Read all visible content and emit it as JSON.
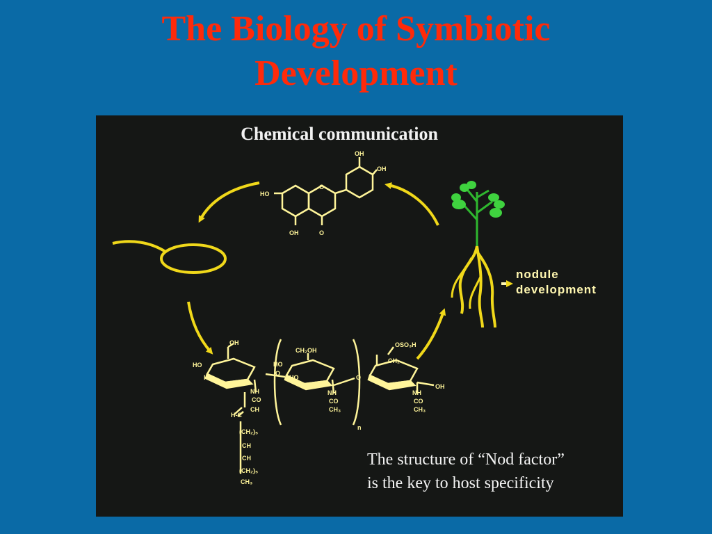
{
  "slide": {
    "title_line1": "The Biology of Symbiotic",
    "title_line2": "Development"
  },
  "panel": {
    "heading": "Chemical communication",
    "nodule_line1": "nodule",
    "nodule_line2": "development",
    "caption_line1": "The structure of “Nod factor”",
    "caption_line2": "is the key to host specificity"
  },
  "flavonoid_labels": {
    "oh_top": "OH",
    "oh_right": "OH",
    "ho_left": "HO",
    "oh_bottom": "OH",
    "o_bottom": "O",
    "o_ring": "O"
  },
  "nod_factor_labels": {
    "ho1": "HO",
    "ho2": "HO",
    "ho3": "HO",
    "ho4": "HO",
    "oh_top1": "OH",
    "ch2oh": "CH₂OH",
    "oso3h": "OSO₃H",
    "ch2": "CH₂",
    "nh1": "NH",
    "co1": "CO",
    "ch1": "CH",
    "hc": "H-C",
    "ch2_5a": "(CH₂)₅",
    "ch_a": "CH",
    "ch_b": "CH",
    "ch2_5b": "(CH₂)₅",
    "ch3_chain": "CH₃",
    "nh2": "NH",
    "co2": "CO",
    "ch3_2": "CH₃",
    "nh3": "NH",
    "co3": "CO",
    "ch3_3": "CH₃",
    "oh_end": "OH",
    "n_sub": "n",
    "o1": "O",
    "o2": "O"
  },
  "colors": {
    "background": "#0a6aa6",
    "title": "#ff2a0a",
    "panel": "#151715",
    "arrows": "#f0d81a",
    "leaf": "#3fd23f",
    "stem": "#2fb82f",
    "roots": "#f0d81a"
  }
}
